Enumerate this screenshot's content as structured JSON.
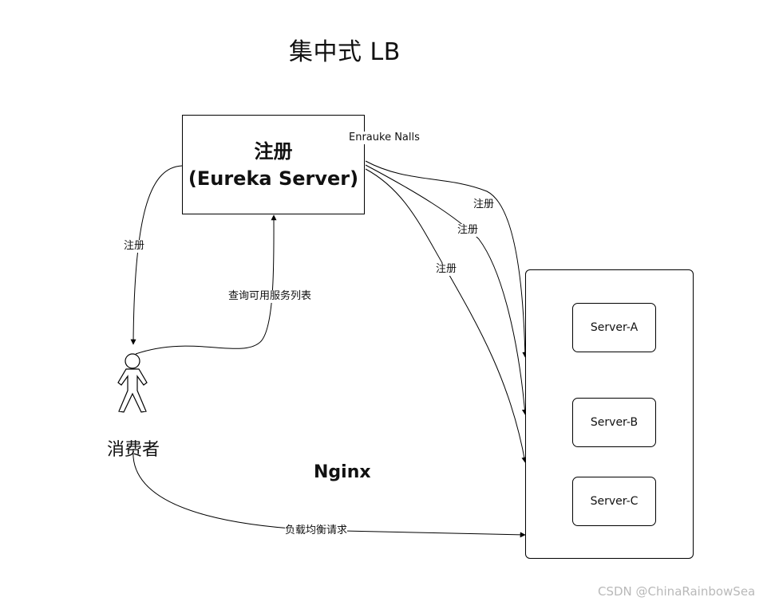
{
  "title": "集中式 LB",
  "eureka": {
    "line1": "注册",
    "line2": "(Eureka Server)"
  },
  "float_text": "Enrauke Nalls",
  "labels": {
    "register_consumer": "注册",
    "query_services": "查询可用服务列表",
    "register_a": "注册",
    "register_b": "注册",
    "register_c": "注册",
    "load_balance_request": "负载均衡请求"
  },
  "consumer": {
    "label": "消费者"
  },
  "nginx": {
    "label": "Nginx"
  },
  "servers": [
    "Server-A",
    "Server-B",
    "Server-C"
  ],
  "watermark": "CSDN @ChinaRainbowSea"
}
